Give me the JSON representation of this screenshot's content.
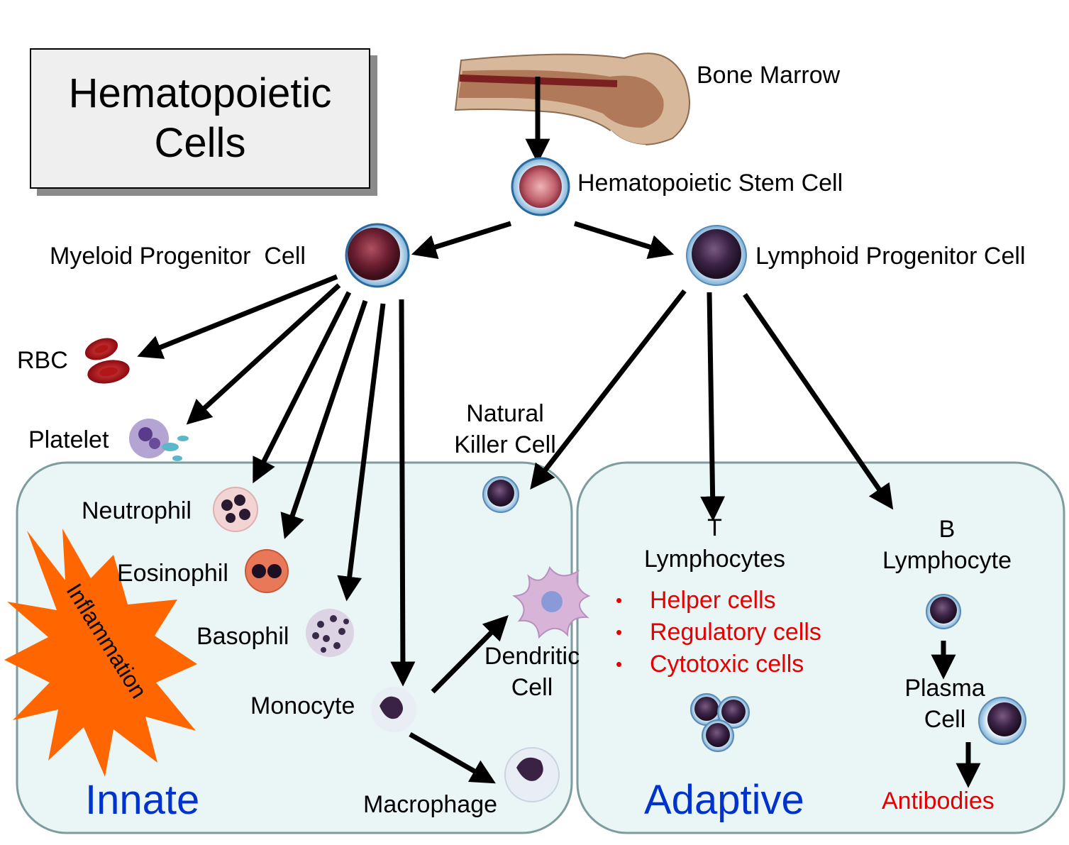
{
  "title": {
    "line1": "Hematopoietic",
    "line2": "Cells"
  },
  "nodes": {
    "bone_marrow": "Bone Marrow",
    "stem_cell": "Hematopoietic Stem Cell",
    "myeloid": "Myeloid Progenitor  Cell",
    "lymphoid": "Lymphoid Progenitor Cell",
    "rbc": "RBC",
    "platelet": "Platelet",
    "nk_line1": "Natural",
    "nk_line2": "Killer Cell",
    "neutrophil": "Neutrophil",
    "eosinophil": "Eosinophil",
    "basophil": "Basophil",
    "monocyte": "Monocyte",
    "dendritic_line1": "Dendritic",
    "dendritic_line2": "Cell",
    "macrophage": "Macrophage",
    "t_line1": "T",
    "t_line2": "Lymphocytes",
    "b_line1": "B",
    "b_line2": "Lymphocyte",
    "plasma_line1": "Plasma",
    "plasma_line2": "Cell",
    "antibodies": "Antibodies"
  },
  "t_cell_types": [
    "Helper cells",
    "Regulatory cells",
    "Cytotoxic cells"
  ],
  "bullet": "•",
  "regions": {
    "innate": "Innate",
    "adaptive": "Adaptive"
  },
  "burst_label": "Inflammation",
  "colors": {
    "region_fill": "#eaf5f6",
    "region_stroke": "#7d9c9e",
    "region_label": "#0033cc",
    "highlight_text": "#e60000",
    "burst_fill": "#ff6600",
    "arrow": "#000000"
  }
}
